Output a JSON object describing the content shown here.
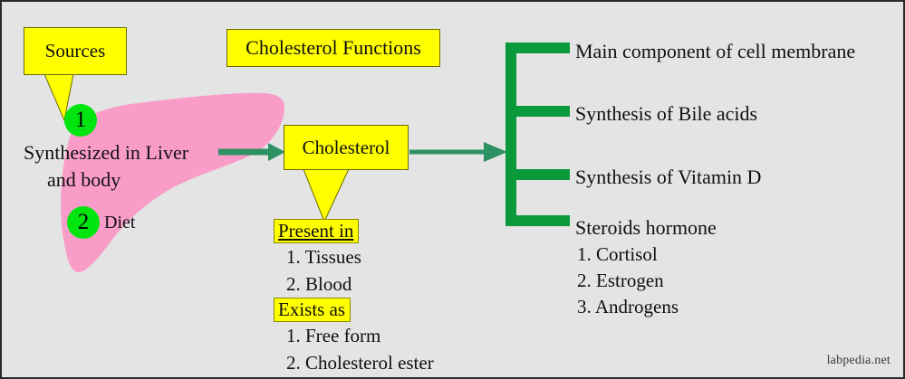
{
  "figure": {
    "title": "Cholesterol Functions",
    "watermark": "labpedia.net",
    "background_color": "#e4e4e4",
    "border_color": "#2a2a2a"
  },
  "colors": {
    "box_fill": "#ffff00",
    "box_border": "#6b6b00",
    "liver_pink": "#f99dc8",
    "circle_green": "#00e510",
    "bracket_green": "#0a9a3c",
    "arrow_green": "#2e9163",
    "text": "#101010"
  },
  "sources": {
    "callout_label": "Sources",
    "items": [
      {
        "number": "1",
        "label_line1": "Synthesized in Liver",
        "label_line2": "and body"
      },
      {
        "number": "2",
        "label_line1": "Diet",
        "label_line2": ""
      }
    ]
  },
  "center": {
    "node_label": "Cholesterol",
    "present_in": {
      "heading": "Present in",
      "items": [
        "1. Tissues",
        "2. Blood"
      ]
    },
    "exists_as": {
      "heading": "Exists as",
      "items": [
        "1. Free form",
        "2. Cholesterol ester"
      ]
    }
  },
  "functions": {
    "items": [
      {
        "label": "Main component of cell membrane"
      },
      {
        "label": "Synthesis of Bile acids"
      },
      {
        "label": "Synthesis of Vitamin D"
      },
      {
        "label": "Steroids hormone"
      }
    ],
    "steroid_hormones": [
      "1. Cortisol",
      "2. Estrogen",
      "3. Androgens"
    ]
  }
}
